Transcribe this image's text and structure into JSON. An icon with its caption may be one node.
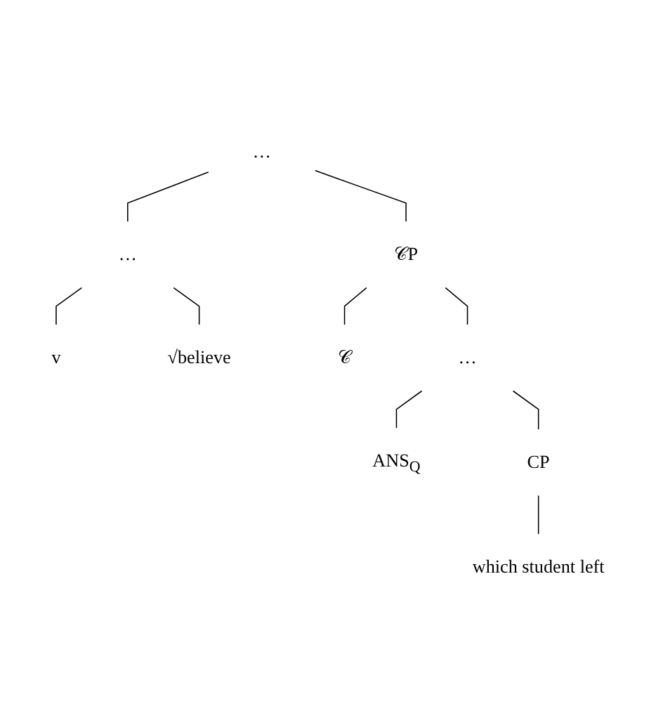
{
  "diagram": {
    "nodes": [
      {
        "text": [
          "…"
        ]
      },
      {
        "text": [
          "…"
        ]
      },
      {
        "text": [
          "𝒞P"
        ]
      },
      {
        "text": [
          "v"
        ]
      },
      {
        "text": [
          "√believe"
        ]
      },
      {
        "text": [
          "𝒞"
        ]
      },
      {
        "text": [
          "…"
        ]
      },
      {
        "text": [
          "ANS$_{Q}$"
        ]
      },
      {
        "text": [
          "CP"
        ]
      },
      {
        "text": [
          "which student left"
        ]
      }
    ],
    "edges": [
      {
        "from": 0,
        "to": 1,
        "arrow": "none"
      },
      {
        "from": 0,
        "to": 2,
        "arrow": "none"
      },
      {
        "from": 1,
        "to": 3,
        "arrow": "none"
      },
      {
        "from": 1,
        "to": 4,
        "arrow": "none"
      },
      {
        "from": 2,
        "to": 5,
        "arrow": "none"
      },
      {
        "from": 2,
        "to": 6,
        "arrow": "none"
      },
      {
        "from": 6,
        "to": 7,
        "arrow": "none"
      },
      {
        "from": 6,
        "to": 8,
        "arrow": "none"
      },
      {
        "from": 8,
        "to": 9,
        "arrow": "none"
      }
    ]
  }
}
